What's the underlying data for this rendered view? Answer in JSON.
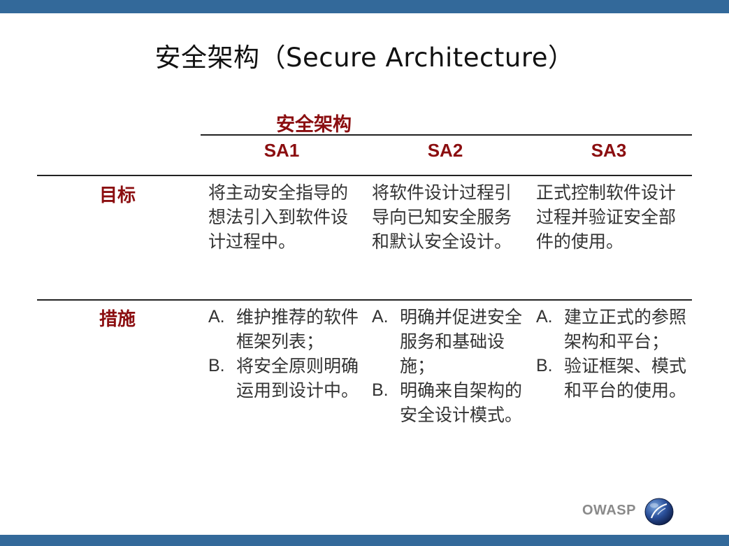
{
  "title": "安全架构（Secure Architecture）",
  "section_heading": "安全架构",
  "columns": [
    "SA1",
    "SA2",
    "SA3"
  ],
  "rows": {
    "goal": {
      "label": "目标",
      "cells": [
        "将主动安全指导的想法引入到软件设计过程中。",
        "将软件设计过程引导向已知安全服务和默认安全设计。",
        "正式控制软件设计过程并验证安全部件的使用。"
      ]
    },
    "measures": {
      "label": "措施",
      "cells": [
        [
          {
            "marker": "A.",
            "text": "维护推荐的软件框架列表；"
          },
          {
            "marker": "B.",
            "text": "将安全原则明确运用到设计中。"
          }
        ],
        [
          {
            "marker": "A.",
            "text": "明确并促进安全服务和基础设施；"
          },
          {
            "marker": "B.",
            "text": "明确来自架构的安全设计模式。"
          }
        ],
        [
          {
            "marker": "A.",
            "text": "建立正式的参照架构和平台；"
          },
          {
            "marker": "B.",
            "text": "验证框架、模式和平台的使用。"
          }
        ]
      ]
    }
  },
  "footer": {
    "logo_text": "OWASP",
    "logo_icon": "owasp-globe-icon"
  },
  "colors": {
    "accent_bar": "#33699a",
    "heading": "#8b0e10",
    "body_text": "#333333"
  }
}
